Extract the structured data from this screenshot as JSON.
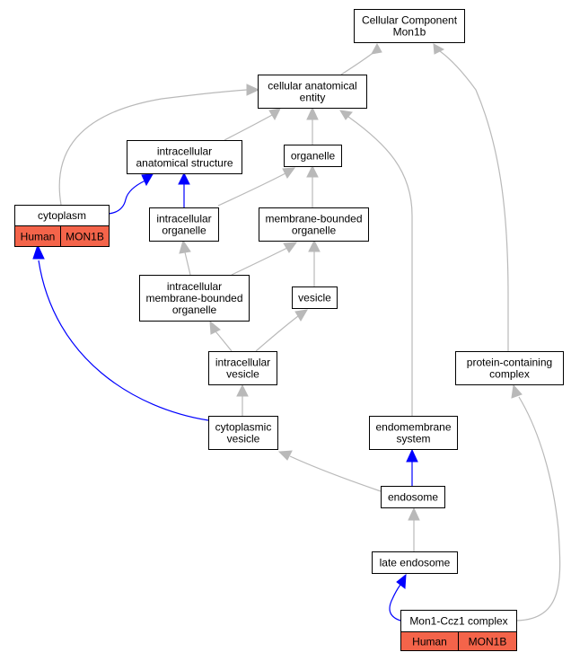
{
  "nodes": [
    {
      "id": "cc",
      "lines": [
        "Cellular Component",
        "Mon1b"
      ]
    },
    {
      "id": "cae",
      "lines": [
        "cellular anatomical",
        "entity"
      ]
    },
    {
      "id": "ias",
      "lines": [
        "intracellular",
        "anatomical structure"
      ]
    },
    {
      "id": "organelle",
      "lines": [
        "organelle"
      ]
    },
    {
      "id": "cytoplasm",
      "lines": [
        "cytoplasm"
      ],
      "tags": [
        "Human",
        "MON1B"
      ]
    },
    {
      "id": "io",
      "lines": [
        "intracellular",
        "organelle"
      ]
    },
    {
      "id": "mbo",
      "lines": [
        "membrane-bounded",
        "organelle"
      ]
    },
    {
      "id": "imbo",
      "lines": [
        "intracellular",
        "membrane-bounded",
        "organelle"
      ]
    },
    {
      "id": "vesicle",
      "lines": [
        "vesicle"
      ]
    },
    {
      "id": "iv",
      "lines": [
        "intracellular",
        "vesicle"
      ]
    },
    {
      "id": "pcc",
      "lines": [
        "protein-containing",
        "complex"
      ]
    },
    {
      "id": "cv",
      "lines": [
        "cytoplasmic",
        "vesicle"
      ]
    },
    {
      "id": "es",
      "lines": [
        "endomembrane",
        "system"
      ]
    },
    {
      "id": "endosome",
      "lines": [
        "endosome"
      ]
    },
    {
      "id": "le",
      "lines": [
        "late endosome"
      ]
    },
    {
      "id": "mcc",
      "lines": [
        "Mon1-Ccz1 complex"
      ],
      "tags": [
        "Human",
        "MON1B"
      ]
    }
  ],
  "edges": [
    {
      "from": "cae",
      "to": "cc",
      "relation": "is_a"
    },
    {
      "from": "pcc",
      "to": "cc",
      "relation": "is_a"
    },
    {
      "from": "ias",
      "to": "cae",
      "relation": "is_a"
    },
    {
      "from": "organelle",
      "to": "cae",
      "relation": "is_a"
    },
    {
      "from": "cytoplasm",
      "to": "cae",
      "relation": "is_a"
    },
    {
      "from": "es",
      "to": "cae",
      "relation": "is_a"
    },
    {
      "from": "cytoplasm",
      "to": "ias",
      "relation": "part_of"
    },
    {
      "from": "io",
      "to": "ias",
      "relation": "part_of"
    },
    {
      "from": "io",
      "to": "organelle",
      "relation": "is_a"
    },
    {
      "from": "mbo",
      "to": "organelle",
      "relation": "is_a"
    },
    {
      "from": "imbo",
      "to": "io",
      "relation": "is_a"
    },
    {
      "from": "imbo",
      "to": "mbo",
      "relation": "is_a"
    },
    {
      "from": "vesicle",
      "to": "mbo",
      "relation": "is_a"
    },
    {
      "from": "iv",
      "to": "imbo",
      "relation": "is_a"
    },
    {
      "from": "iv",
      "to": "vesicle",
      "relation": "is_a"
    },
    {
      "from": "cv",
      "to": "iv",
      "relation": "is_a"
    },
    {
      "from": "cv",
      "to": "cytoplasm",
      "relation": "part_of"
    },
    {
      "from": "endosome",
      "to": "cv",
      "relation": "is_a"
    },
    {
      "from": "endosome",
      "to": "es",
      "relation": "part_of"
    },
    {
      "from": "le",
      "to": "endosome",
      "relation": "is_a"
    },
    {
      "from": "mcc",
      "to": "le",
      "relation": "part_of"
    },
    {
      "from": "mcc",
      "to": "pcc",
      "relation": "is_a"
    }
  ],
  "colors": {
    "is_a": "#b9b9b9",
    "part_of": "#0000ff",
    "tag_fill": "#f4644a"
  }
}
